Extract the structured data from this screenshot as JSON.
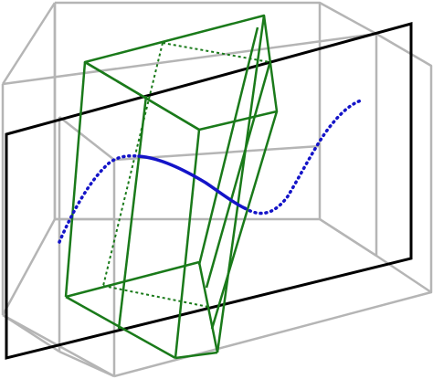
{
  "figure": {
    "colors": {
      "background": "#ffffff",
      "box_edges": "#b5b5b5",
      "plane_frame": "#000000",
      "prism_edges": "#1a7a1a",
      "curve": "#1414c8"
    },
    "curve_segments": [
      "dotted",
      "solid",
      "dotted"
    ]
  }
}
